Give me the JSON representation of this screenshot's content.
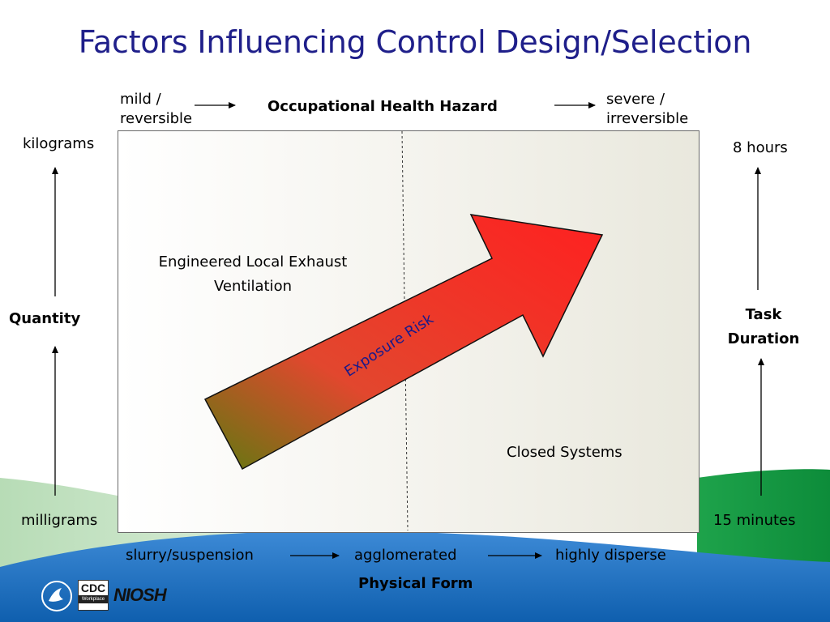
{
  "title": "Factors Influencing Control Design/Selection",
  "top_axis": {
    "label": "Occupational Health Hazard",
    "low_line1": "mild /",
    "low_line2": "reversible",
    "high_line1": "severe /",
    "high_line2": "irreversible"
  },
  "left_axis": {
    "label": "Quantity",
    "high": "kilograms",
    "low": "milligrams"
  },
  "right_axis": {
    "label_line1": "Task",
    "label_line2": "Duration",
    "high": "8 hours",
    "low": "15 minutes"
  },
  "bottom_axis": {
    "label": "Physical Form",
    "left": "slurry/suspension",
    "middle": "agglomerated",
    "right": "highly disperse"
  },
  "regions": {
    "lev_line1": "Engineered Local Exhaust",
    "lev_line2": "Ventilation",
    "closed": "Closed Systems"
  },
  "arrow_label": "Exposure Risk",
  "logos": {
    "cdc": "CDC",
    "workplace": "Workplace",
    "niosh": "NIOSH"
  },
  "colors": {
    "title": "#1f1f8a",
    "arrow_start": "#6b7a14",
    "arrow_end": "#ff2a2a",
    "footer_blue": "#1a6fc0",
    "footer_green": "#13a044"
  }
}
